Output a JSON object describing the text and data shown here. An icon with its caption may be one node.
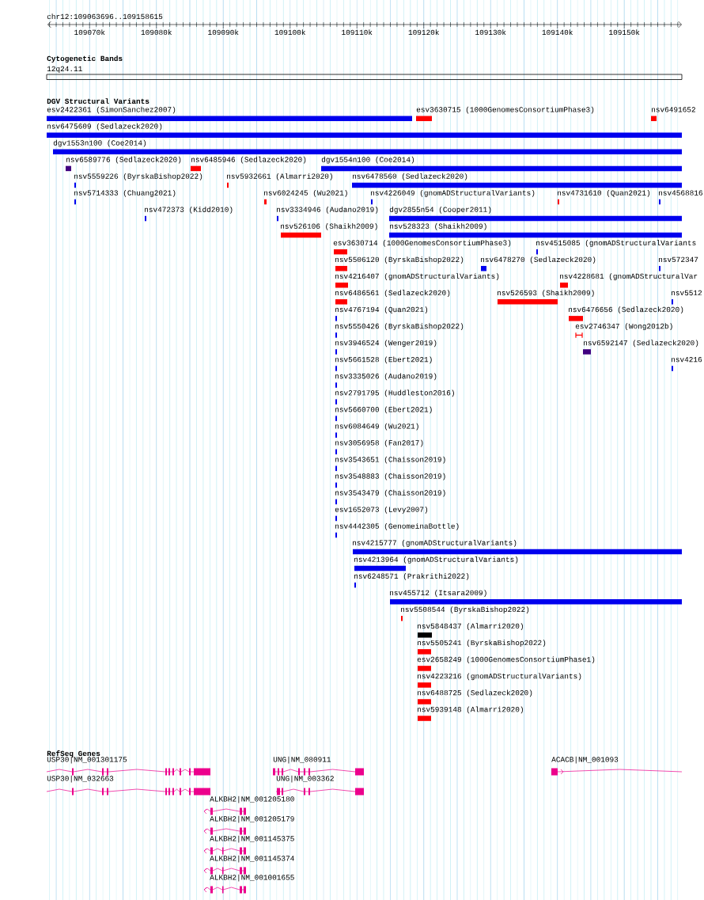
{
  "diagram": {
    "labels": [
      "chr12:109063696..109158615",
      "109070k",
      "109080k",
      "109090k",
      "109100k",
      "109110k",
      "109120k",
      "109130k",
      "109140k",
      "109150k",
      "Cytogenetic Bands",
      "12q24.11",
      "DGV Structural Variants",
      "esv2422361 (SimonSanchez2007)",
      "esv3630715 (1000GenomesConsortiumPhase3)",
      "nsv6491652",
      "nsv6475609 (Sedlazeck2020)",
      "dgv1553n100 (Coe2014)",
      "nsv6589776 (Sedlazeck2020)",
      "nsv6485946 (Sedlazeck2020)",
      "dgv1554n100 (Coe2014)",
      "nsv5559226 (ByrskaBishop2022)",
      "nsv5932661 (Almarri2020)",
      "nsv6478560 (Sedlazeck2020)",
      "nsv5714333 (Chuang2021)",
      "nsv6024245 (Wu2021)",
      "nsv4226049 (gnomADStructuralVariants)",
      "nsv4731610 (Quan2021)",
      "nsv4568816",
      "nsv472373 (Kidd2010)",
      "nsv3334946 (Audano2019)",
      "dgv2855n54 (Cooper2011)",
      "nsv526106 (Shaikh2009)",
      "nsv528323 (Shaikh2009)",
      "esv3630714 (1000GenomesConsortiumPhase3)",
      "nsv4515085 (gnomADStructuralVariants",
      "nsv5506120 (ByrskaBishop2022)",
      "nsv6478270 (Sedlazeck2020)",
      "nsv572347",
      "nsv4216407 (gnomADStructuralVariants)",
      "nsv4228681 (gnomADStructuralVar",
      "nsv6486561 (Sedlazeck2020)",
      "nsv526593 (Shaikh2009)",
      "nsv5512",
      "nsv4767194 (Quan2021)",
      "nsv6476656 (Sedlazeck2020)",
      "nsv5550426 (ByrskaBishop2022)",
      "esv2746347 (Wong2012b)",
      "nsv3946524 (Wenger2019)",
      "nsv6592147 (Sedlazeck2020)",
      "nsv5661528 (Ebert2021)",
      "nsv4216",
      "nsv3335026 (Audano2019)",
      "nsv2791795 (Huddleston2016)",
      "nsv5660700 (Ebert2021)",
      "nsv6084649 (Wu2021)",
      "nsv3056958 (Fan2017)",
      "nsv3543651 (Chaisson2019)",
      "nsv3548883 (Chaisson2019)",
      "nsv3543479 (Chaisson2019)",
      "esv1652073 (Levy2007)",
      "nsv4442305 (GenomeinaBottle)",
      "nsv4215777 (gnomADStructuralVariants)",
      "nsv4213964 (gnomADStructuralVariants)",
      "nsv6248571 (Prakrithi2022)",
      "nsv455712 (Itsara2009)",
      "nsv5508544 (ByrskaBishop2022)",
      "nsv5848437 (Almarri2020)",
      "nsv5505241 (ByrskaBishop2022)",
      "esv2658249 (1000GenomesConsortiumPhase1)",
      "nsv4223216 (gnomADStructuralVariants)",
      "nsv6488725 (Sedlazeck2020)",
      "nsv5939148 (Almarri2020)",
      "RefSeq Genes",
      "USP30|NM_001301175",
      "UNG|NM_080911",
      "ACACB|NM_001093",
      "USP30|NM_032663",
      "UNG|NM_003362",
      "ALKBH2|NM_001205180",
      "ALKBH2|NM_001205179",
      "ALKBH2|NM_001145375",
      "ALKBH2|NM_001145374",
      "ALKBH2|NM_001001655"
    ]
  }
}
